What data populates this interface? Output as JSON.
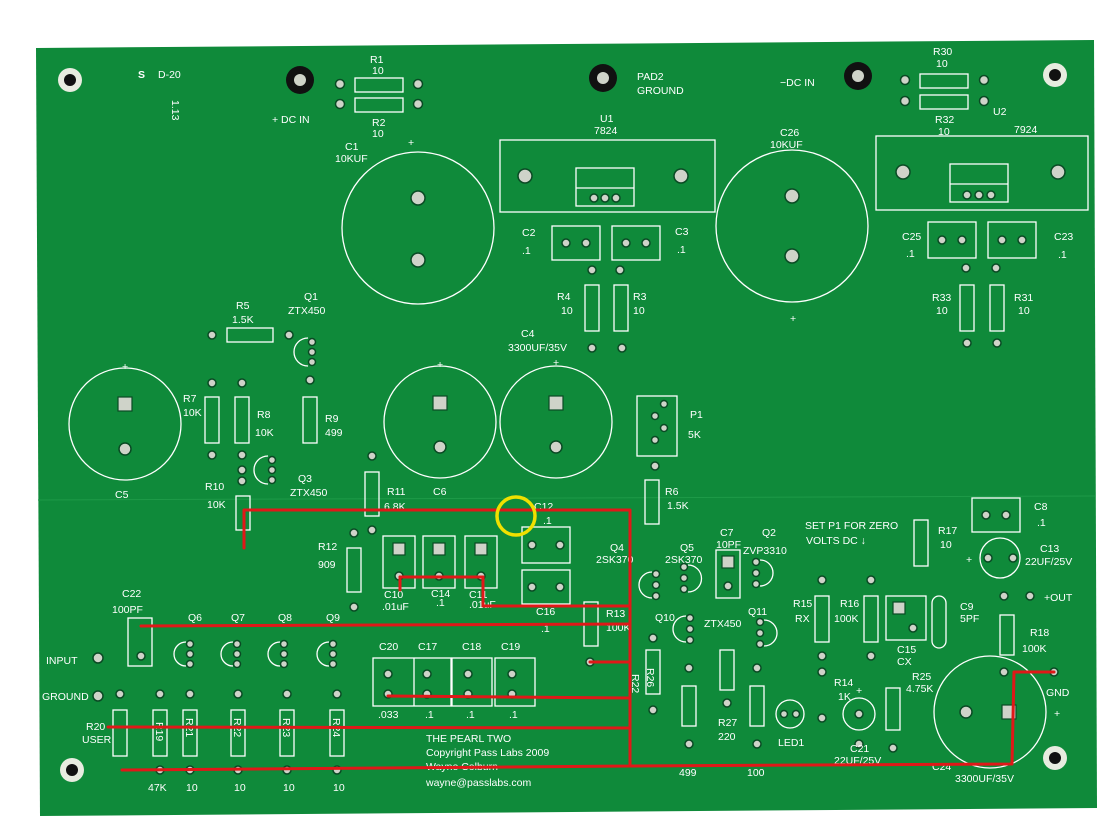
{
  "board": {
    "background": "#ffffff",
    "pcb_color": "#0f8a3a",
    "silk_color": "#ffffff",
    "trace_color": "#e01818",
    "marker_color": "#f0e000"
  },
  "logo": {
    "mark": "S",
    "text": "D-20",
    "rev": "1.13"
  },
  "labels": {
    "r1_ref": "R1",
    "r1_val": "10",
    "r2_ref": "R2",
    "r2_val": "10",
    "dc_in_pos": "+ DC IN",
    "pad2_a": "PAD2",
    "pad2_b": "GROUND",
    "dc_in_neg": "−DC IN",
    "r30_ref": "R30",
    "r30_val": "10",
    "r32_ref": "R32",
    "r32_val": "10",
    "u1_ref": "U1",
    "u1_val": "7824",
    "u2_ref": "U2",
    "u2_val": "7924",
    "c1_ref": "C1",
    "c1_val": "10KUF",
    "c1_plus": "+",
    "c26_ref": "C26",
    "c26_val": "10KUF",
    "c26_plus": "+",
    "c2_ref": "C2",
    "c2_val": ".1",
    "c3_ref": "C3",
    "c3_val": ".1",
    "c25_ref": "C25",
    "c25_val": ".1",
    "c23_ref": "C23",
    "c23_val": ".1",
    "r4_ref": "R4",
    "r4_val": "10",
    "r3_ref": "R3",
    "r3_val": "10",
    "r33_ref": "R33",
    "r33_val": "10",
    "r31_ref": "R31",
    "r31_val": "10",
    "r5_ref": "R5",
    "r5_val": "1.5K",
    "q1_ref": "Q1",
    "q1_val": "ZTX450",
    "c4_ref": "C4",
    "c4_val": "3300UF/35V",
    "c5_ref": "C5",
    "c5_plus": "+",
    "r7_ref": "R7",
    "r7_val": "10K",
    "r8_ref": "R8",
    "r8_val": "10K",
    "r9_ref": "R9",
    "r9_val": "499",
    "c6_ref": "C6",
    "c6_plus": "+",
    "c4_plus": "+",
    "p1_ref": "P1",
    "p1_val": "5K",
    "q3_ref": "Q3",
    "q3_val": "ZTX450",
    "r10_ref": "R10",
    "r10_val": "10K",
    "r11_ref": "R11",
    "r11_val": "6.8K",
    "r6_ref": "R6",
    "r6_val": "1.5K",
    "c8_ref": "C8",
    "c8_val": ".1",
    "r12_ref": "R12",
    "r12_val": "909",
    "c10_ref": "C10",
    "c10_val": ".01uF",
    "c14_ref": "C14",
    "c14_val": ".1",
    "c11_ref": "C11",
    "c11_val": ".01uF",
    "c12_ref": "C12",
    "c12_val": ".1",
    "q4_ref": "Q4",
    "q4_val": "2SK370",
    "q5_ref": "Q5",
    "q5_val": "2SK370",
    "c7_ref": "C7",
    "c7_val": "10PF",
    "q2_ref": "Q2",
    "q2_val": "ZVP3310",
    "set_note_1": "SET P1 FOR ZERO",
    "set_note_2": "VOLTS DC ↓",
    "r17_ref": "R17",
    "r17_val": "10",
    "c13_ref": "C13",
    "c13_val": "22UF/25V",
    "c22_ref": "C22",
    "c22_val": "100PF",
    "q6": "Q6",
    "q7": "Q7",
    "q8": "Q8",
    "q9": "Q9",
    "c16_ref": "C16",
    "c16_val": ".1",
    "r13_ref": "R13",
    "r13_val": "100K",
    "q10": "Q10",
    "q11_ref": "Q11",
    "q11_val": "ZTX450",
    "r15_ref": "R15",
    "r15_val": "RX",
    "r16_ref": "R16",
    "r16_val": "100K",
    "c15_ref": "C15",
    "c15_val": "CX",
    "c9_ref": "C9",
    "c9_val": "5PF",
    "out_label": "+OUT",
    "r18_ref": "R18",
    "r18_val": "100K",
    "gnd_label": "GND",
    "input_label": "INPUT",
    "ground_label": "GROUND",
    "user_label": "USER",
    "r20_ref": "R20",
    "c20_ref": "C20",
    "c20_val": ".033",
    "c17_ref": "C17",
    "c17_val": ".1",
    "c18_ref": "C18",
    "c18_val": ".1",
    "c19_ref": "C19",
    "c19_val": ".1",
    "r22_ref": "R22",
    "r26_ref": "R26",
    "r14_ref": "R14",
    "r14_val": "1K",
    "r25_ref": "R25",
    "r25_val": "4.75K",
    "r27_ref": "R27",
    "r27_val": "220",
    "led1_ref": "LED1",
    "r28_val": "499",
    "r29_val": "100",
    "c21_ref": "C21",
    "c21_val": "22UF/25V",
    "c24_ref": "C24",
    "c24_val": "3300UF/35V",
    "c24_plus": "+",
    "r19_ref": "R19",
    "r21_ref": "R21",
    "r23_ref": "R23",
    "r24_ref": "R24",
    "r19_val": "47K",
    "r21_val": "10",
    "r2x_val": "10",
    "r23_val": "10",
    "r24_val": "10",
    "title_1": "THE PEARL  TWO",
    "title_2": "Copyright Pass Labs 2009",
    "title_3": "Wayne Colburn",
    "title_4": "wayne@passlabs.com"
  }
}
